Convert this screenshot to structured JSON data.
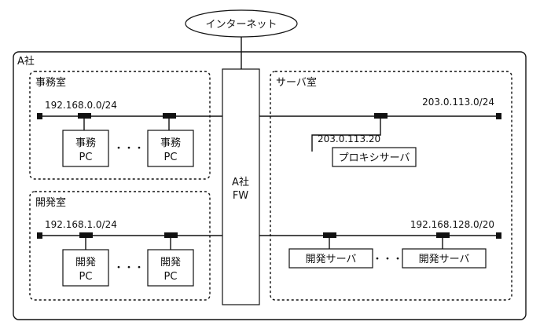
{
  "internet": "インターネット",
  "company": "A社",
  "rooms": {
    "office": "事務室",
    "server": "サーバ室",
    "dev": "開発室"
  },
  "firewall": {
    "line1": "A社",
    "line2": "FW"
  },
  "networks": {
    "office": "192.168.0.0/24",
    "dev": "192.168.1.0/24",
    "dmz": "203.0.113.0/24",
    "devserver": "192.168.128.0/20"
  },
  "nodes": {
    "office_pc": {
      "line1": "事務",
      "line2": "PC"
    },
    "dev_pc": {
      "line1": "開発",
      "line2": "PC"
    },
    "proxy": "プロキシサーバ",
    "proxy_ip": "203.0.113.20",
    "dev_server": "開発サーバ"
  },
  "ellipsis": "・・・"
}
